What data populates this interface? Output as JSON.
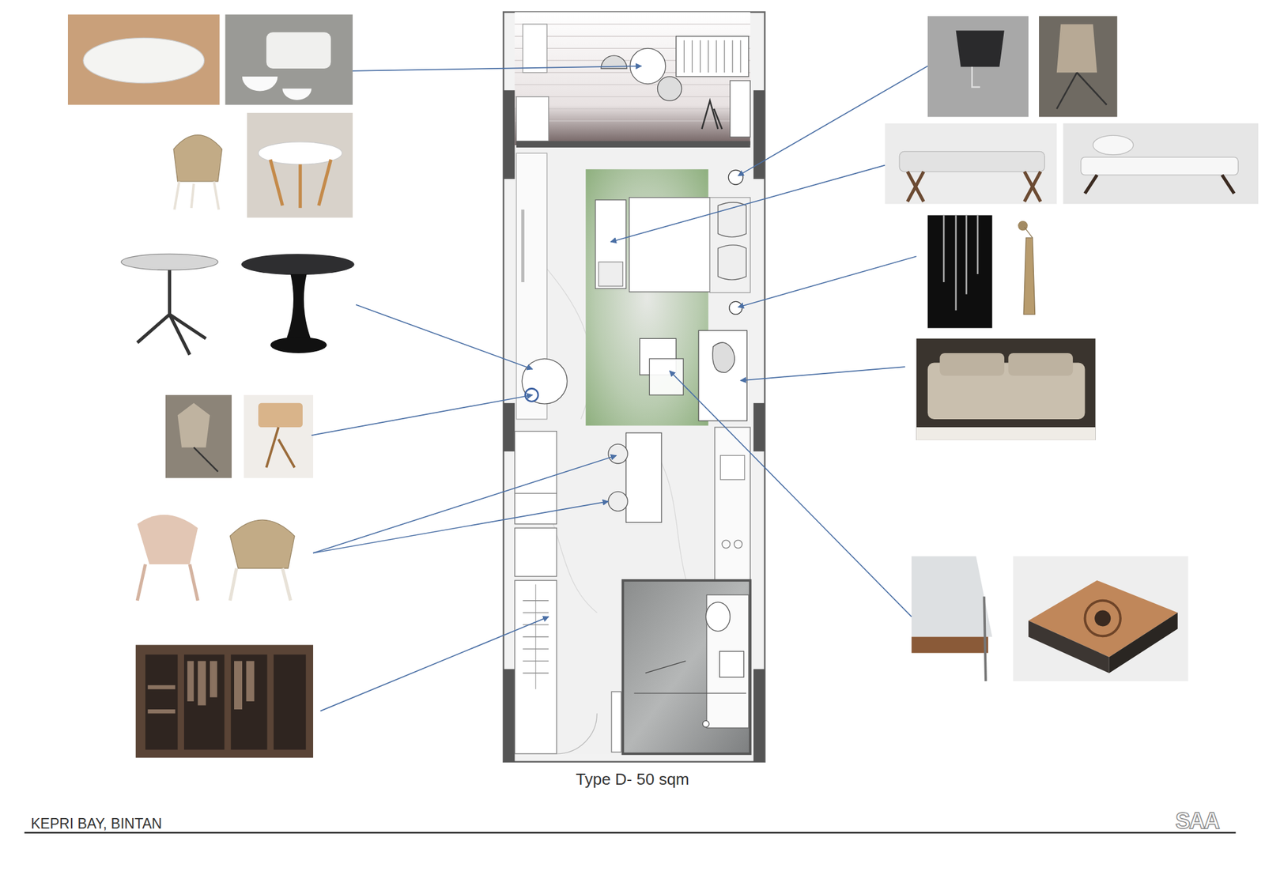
{
  "diagram": {
    "caption": "Type D- 50 sqm",
    "labels": [
      "KEPRI BAY, BINTAN",
      "SAA"
    ]
  }
}
